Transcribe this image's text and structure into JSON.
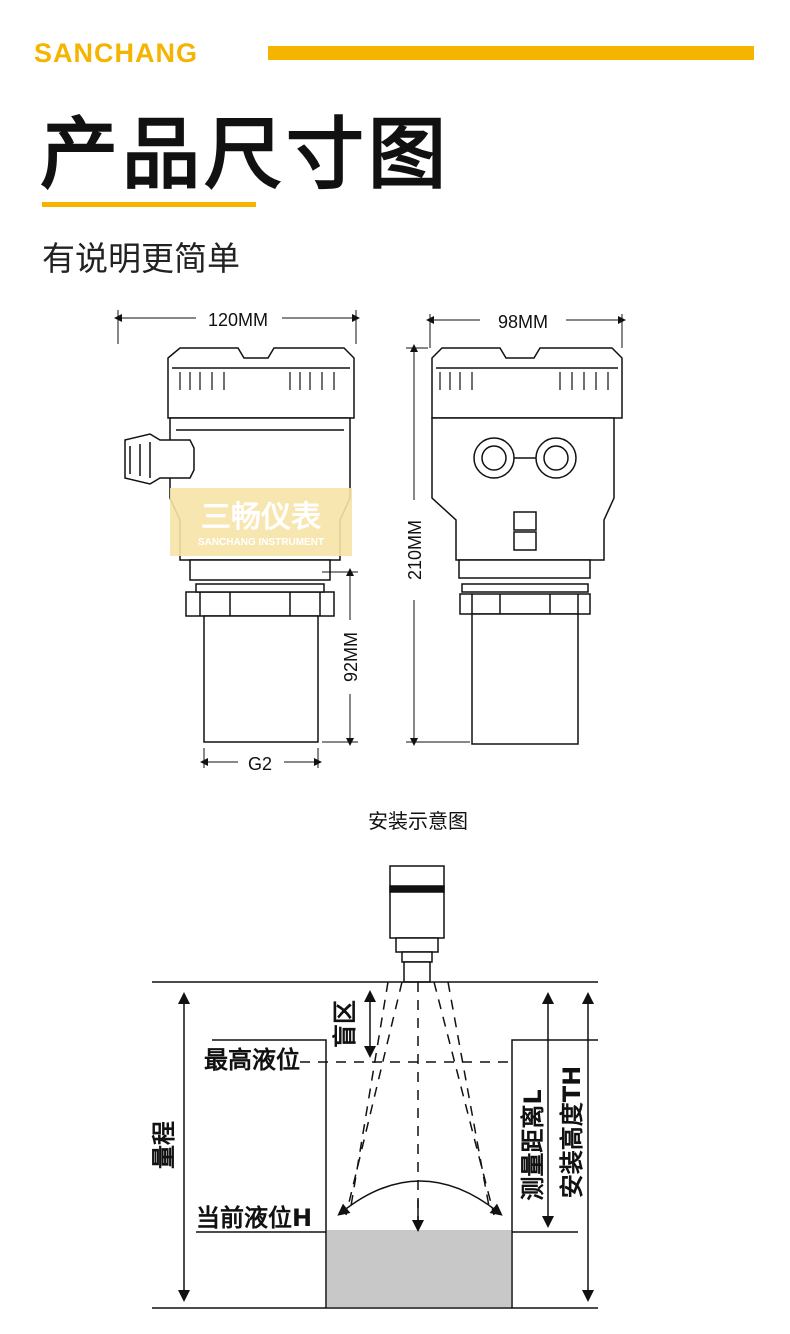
{
  "header": {
    "brand": "SANCHANG",
    "title": "产品尺寸图",
    "subtitle": "有说明更简单"
  },
  "dimension_drawing": {
    "width_side_view": "120MM",
    "width_front_view": "98MM",
    "total_height": "210MM",
    "probe_height": "92MM",
    "thread": "G2"
  },
  "watermark": {
    "cn": "三畅仪表",
    "en": "SANCHANG INSTRUMENT"
  },
  "installation": {
    "title": "安装示意图",
    "blind_zone": "盲区",
    "max_level": "最高液位",
    "range": "量程",
    "current_level": "当前液位H",
    "measured_distance": "测量距离L",
    "install_height": "安装高度TH"
  },
  "colors": {
    "accent": "#f4b400",
    "liquid": "#c8c8c8",
    "watermark_bg": "#f7e3a8"
  }
}
